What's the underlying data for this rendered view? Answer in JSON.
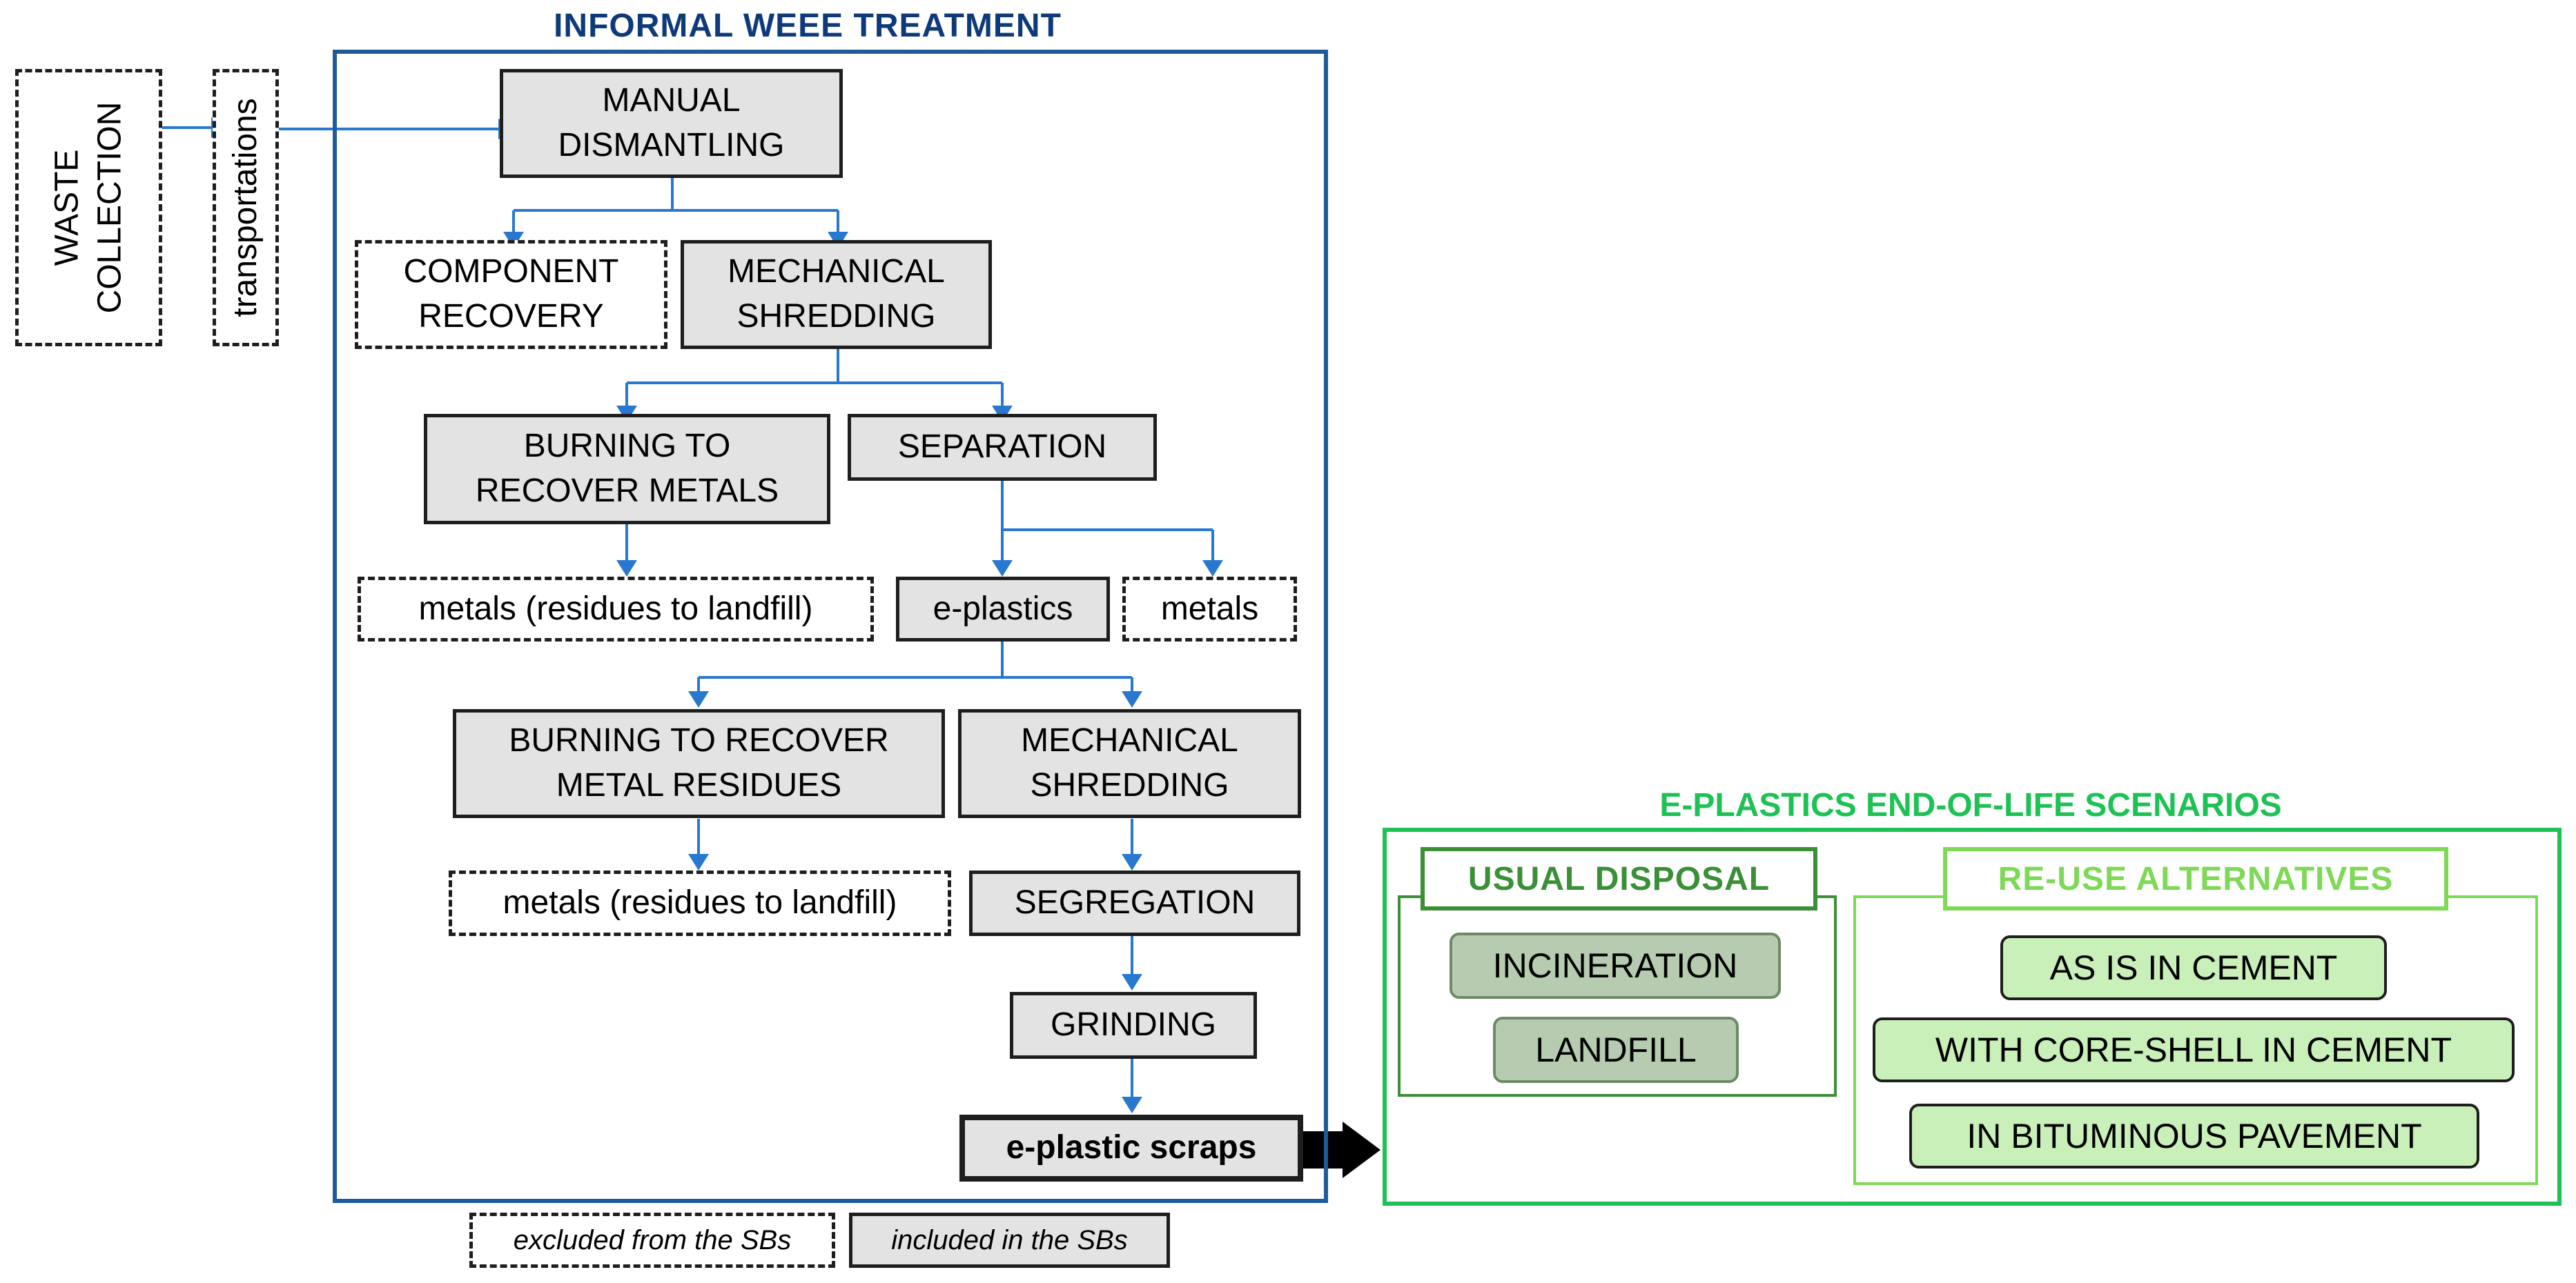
{
  "informal": {
    "title": "INFORMAL WEEE TREATMENT",
    "waste_collection": "WASTE\nCOLLECTION",
    "transportations": "transportations",
    "manual_dismantling": "MANUAL\nDISMANTLING",
    "component_recovery": "COMPONENT\nRECOVERY",
    "mechanical_shredding_1": "MECHANICAL\nSHREDDING",
    "burning_recover_metals": "BURNING TO\nRECOVER METALS",
    "separation": "SEPARATION",
    "metals_residues_1": "metals (residues to landfill)",
    "e_plastics": "e-plastics",
    "metals": "metals",
    "burning_recover_residues": "BURNING TO RECOVER\nMETAL RESIDUES",
    "mechanical_shredding_2": "MECHANICAL\nSHREDDING",
    "metals_residues_2": "metals (residues to landfill)",
    "segregation": "SEGREGATION",
    "grinding": "GRINDING",
    "e_plastic_scraps": "e-plastic scraps"
  },
  "scenarios": {
    "title": "E-PLASTICS END-OF-LIFE SCENARIOS",
    "usual_disposal": {
      "title": "USUAL DISPOSAL",
      "items": [
        "INCINERATION",
        "LANDFILL"
      ]
    },
    "reuse_alternatives": {
      "title": "RE-USE ALTERNATIVES",
      "items": [
        "AS IS IN CEMENT",
        "WITH CORE-SHELL IN CEMENT",
        "IN BITUMINOUS PAVEMENT"
      ]
    }
  },
  "legend": {
    "excluded": "excluded from the SBs",
    "included": "included in the SBs"
  },
  "colors": {
    "blue_frame": "#1f5b99",
    "arrow_blue": "#2878d0",
    "green_frame": "#1ec254",
    "dark_green": "#3a8f37",
    "light_green": "#7ed957",
    "gray_pill": "#b6cbb0",
    "light_green_pill": "#c9f0b8"
  }
}
